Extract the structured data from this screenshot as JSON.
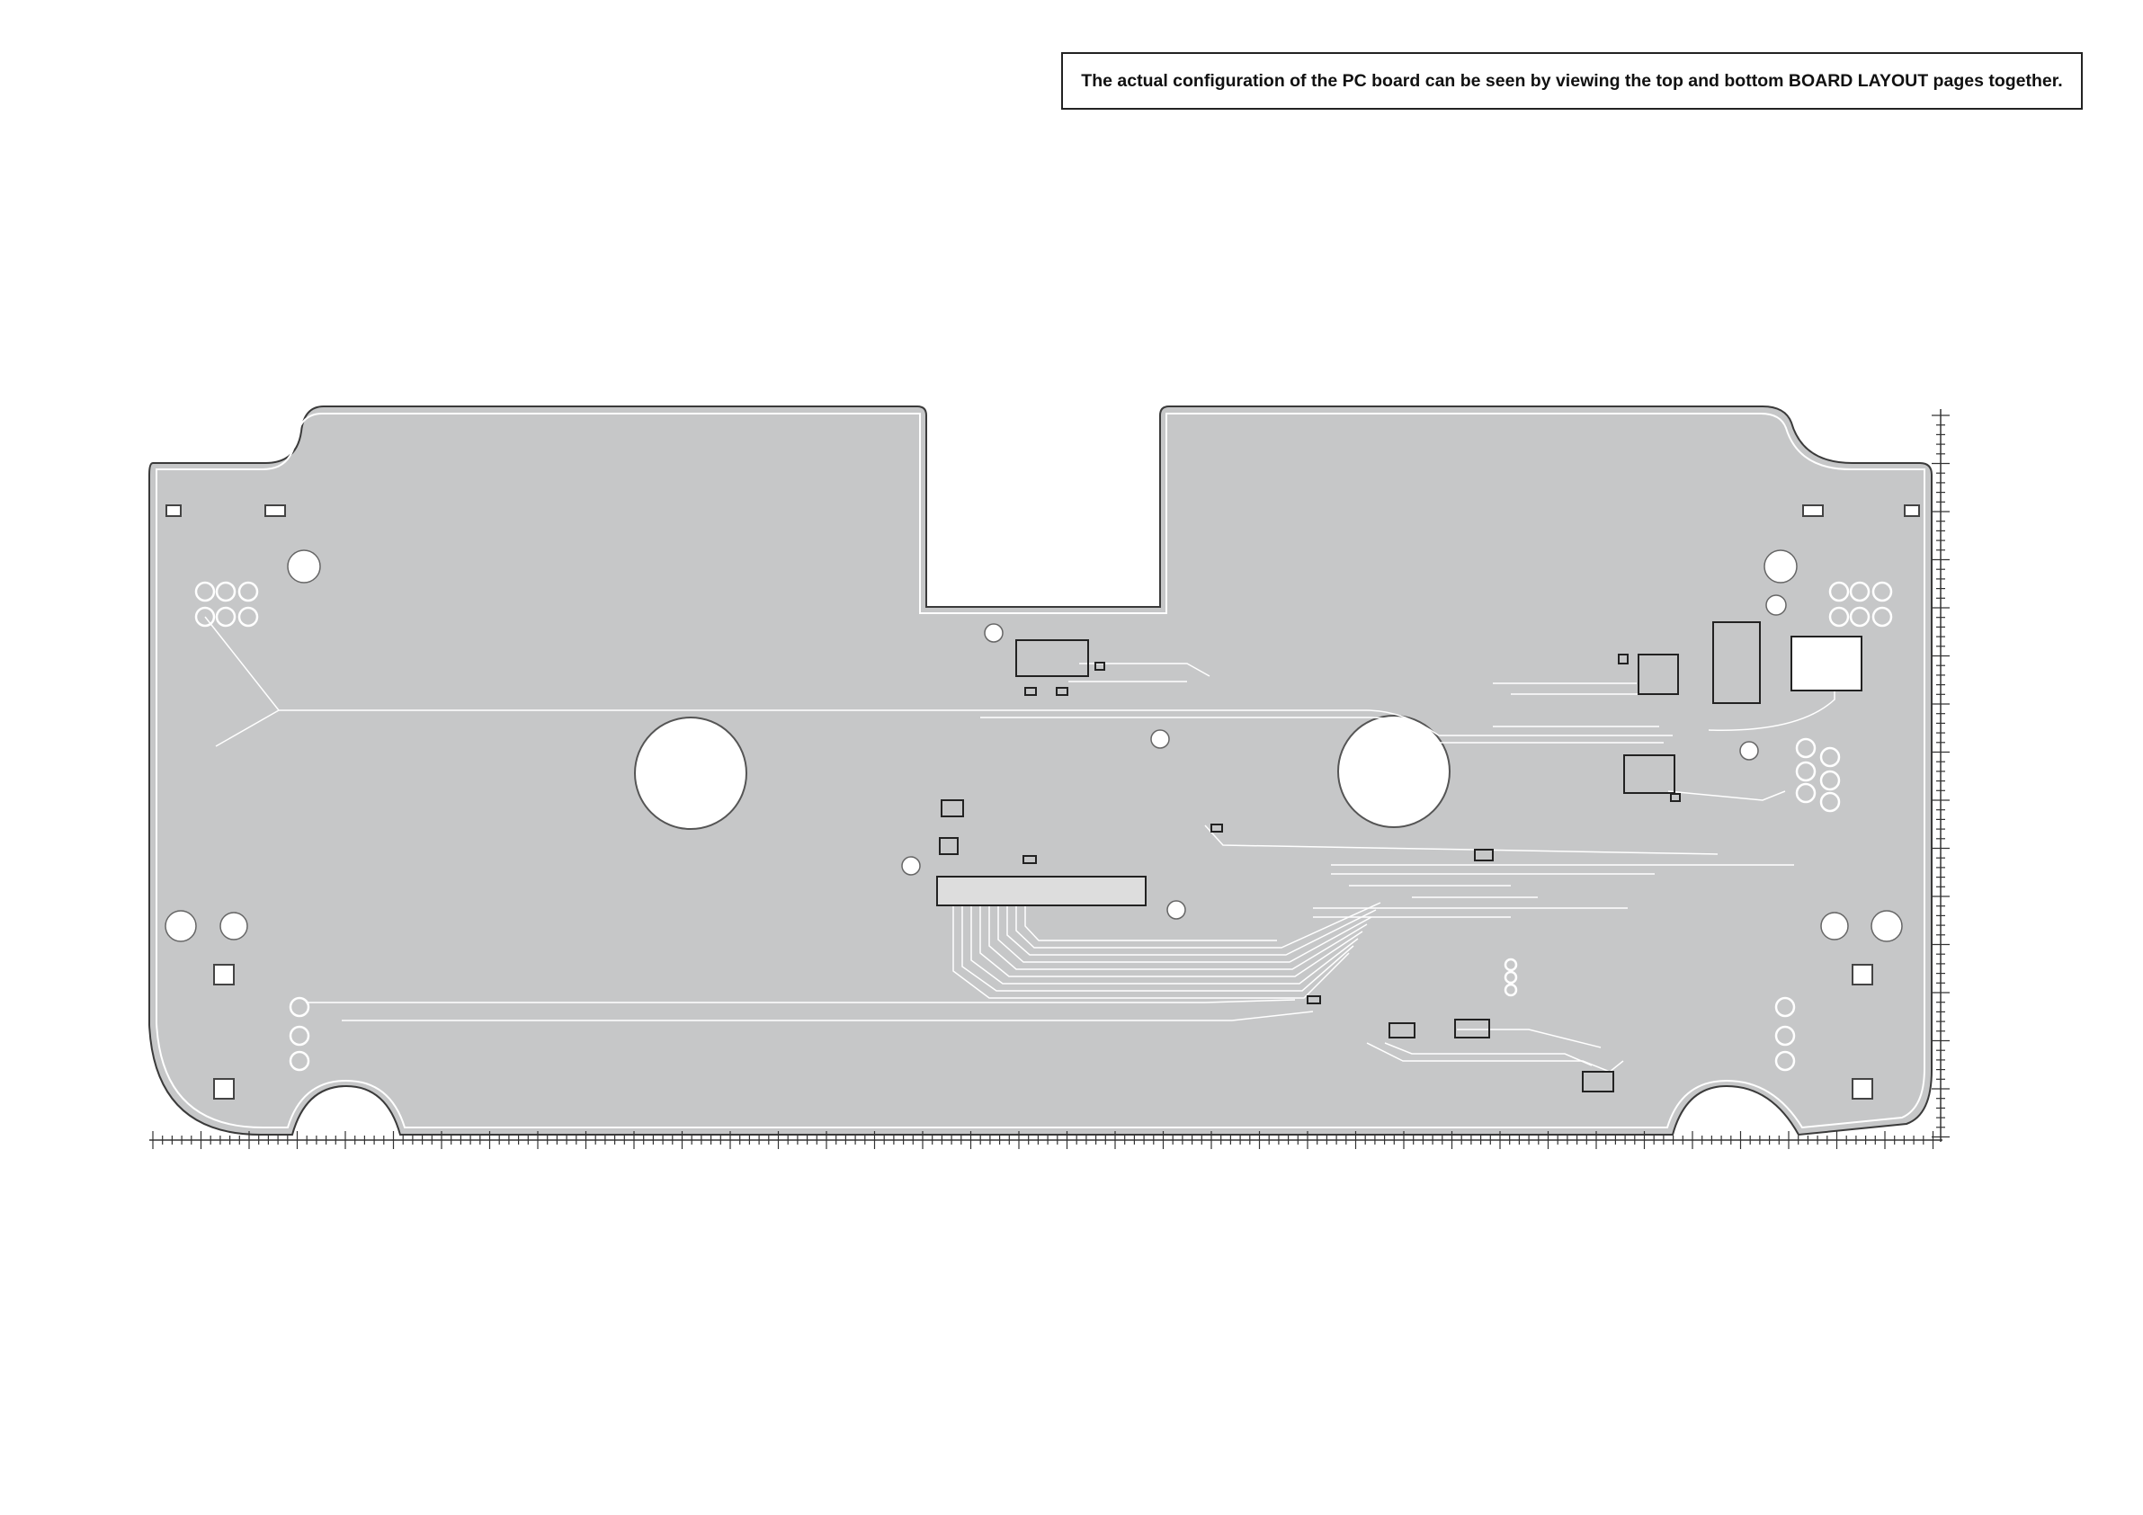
{
  "note": {
    "text": "The actual configuration of the PC board can be seen by viewing the top and bottom BOARD LAYOUT pages together."
  },
  "colors": {
    "board_fill": "#c6c7c8",
    "trace": "#ffffff",
    "outline": "#3a3a3a",
    "ruler": "#333333"
  },
  "icons": {
    "mounting_hole": "white-circle",
    "screw_pad": "square-pad",
    "via": "ring-via",
    "ic": "outlined-chip"
  }
}
